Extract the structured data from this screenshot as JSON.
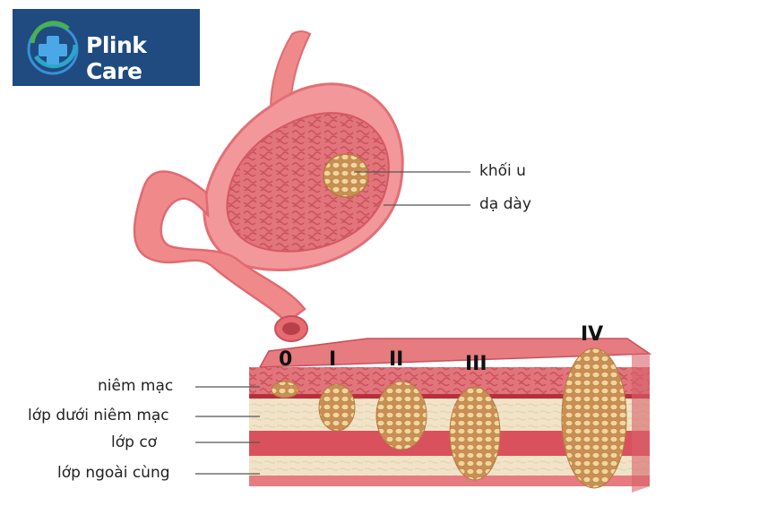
{
  "logo": {
    "brand": "Plink Care",
    "icon": "plus-shield-icon",
    "bg": "#1f4b80"
  },
  "labels": {
    "tumor": "khối u",
    "stomach": "dạ dày",
    "mucosa": "niêm mạc",
    "submucosa": "lớp dưới niêm mạc",
    "muscle": "lớp cơ",
    "serosa": "lớp ngoài cùng"
  },
  "stages": [
    "0",
    "I",
    "II",
    "III",
    "IV"
  ],
  "colors": {
    "stomach": "#f08a8a",
    "mucosa": "#e86b72",
    "submucosa": "#efe0c4",
    "muscle": "#d84a55",
    "tumor": "#e9c98c"
  }
}
